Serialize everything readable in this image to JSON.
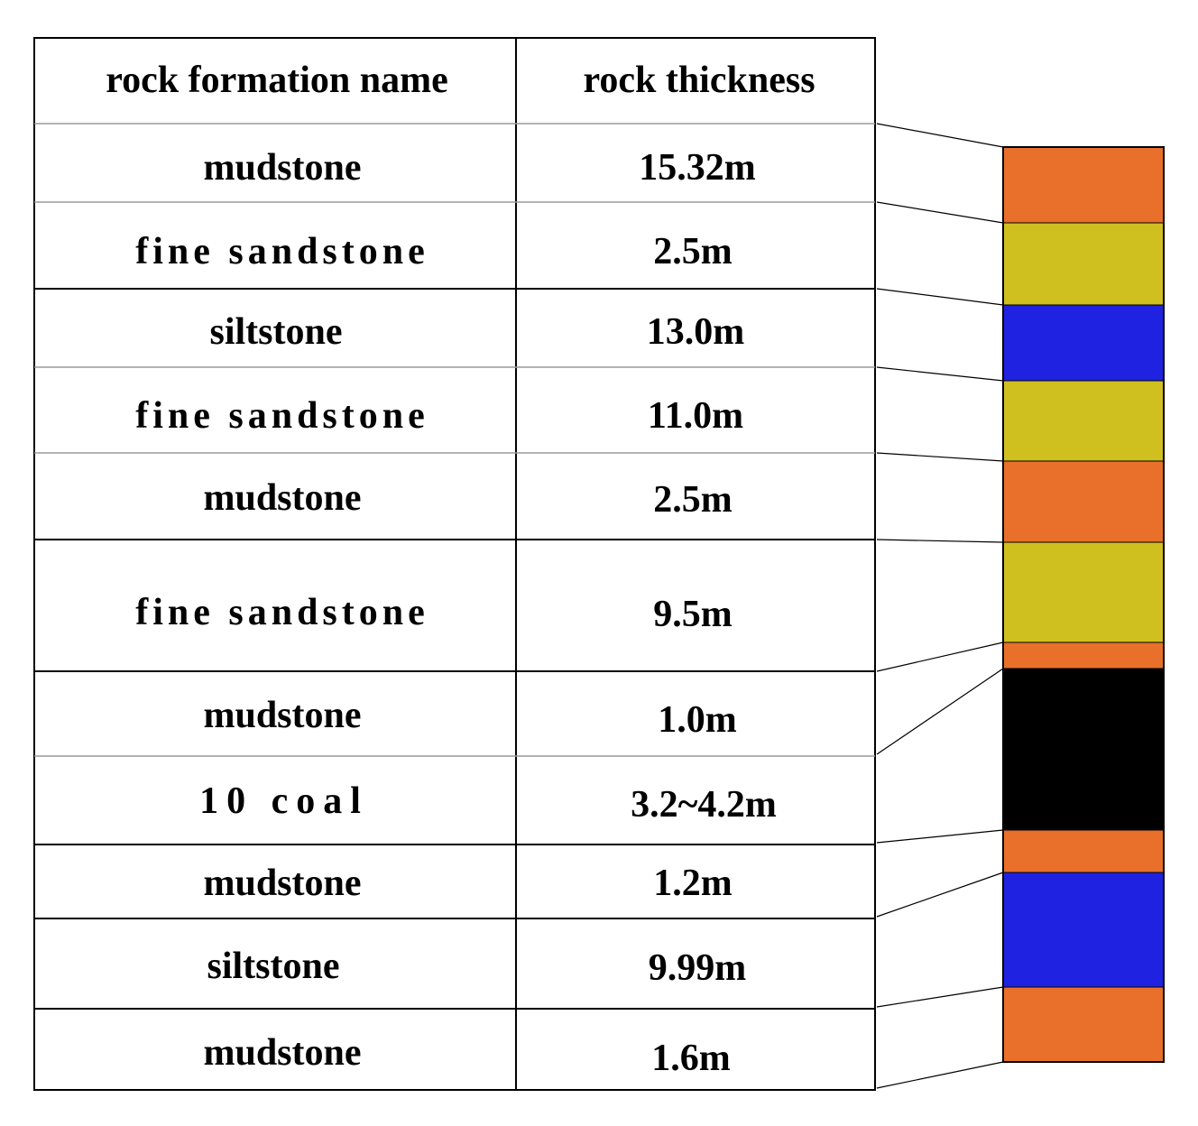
{
  "table": {
    "headers": {
      "name": "rock formation name",
      "thickness": "rock thickness"
    },
    "rows": [
      {
        "name": "mudstone",
        "thickness": "15.32m"
      },
      {
        "name": "fine sandstone",
        "thickness": "2.5m"
      },
      {
        "name": "siltstone",
        "thickness": "13.0m"
      },
      {
        "name": "fine sandstone",
        "thickness": "11.0m"
      },
      {
        "name": "mudstone",
        "thickness": "2.5m"
      },
      {
        "name": "fine sandstone",
        "thickness": "9.5m"
      },
      {
        "name": "mudstone",
        "thickness": "1.0m"
      },
      {
        "name": "10 coal",
        "thickness": "3.2~4.2m"
      },
      {
        "name": "mudstone",
        "thickness": "1.2m"
      },
      {
        "name": "siltstone",
        "thickness": "9.99m"
      },
      {
        "name": "mudstone",
        "thickness": "1.6m"
      }
    ]
  },
  "column": {
    "layers": [
      {
        "rock": "mudstone",
        "color": "#E8702A"
      },
      {
        "rock": "fine sandstone",
        "color": "#CFC01F"
      },
      {
        "rock": "siltstone",
        "color": "#1F22E0"
      },
      {
        "rock": "fine sandstone",
        "color": "#CFC01F"
      },
      {
        "rock": "mudstone",
        "color": "#E8702A"
      },
      {
        "rock": "fine sandstone",
        "color": "#CFC01F"
      },
      {
        "rock": "mudstone",
        "color": "#E8702A"
      },
      {
        "rock": "10 coal",
        "color": "#000000"
      },
      {
        "rock": "mudstone",
        "color": "#E8702A"
      },
      {
        "rock": "siltstone",
        "color": "#1F22E0"
      },
      {
        "rock": "mudstone",
        "color": "#E8702A"
      }
    ]
  }
}
